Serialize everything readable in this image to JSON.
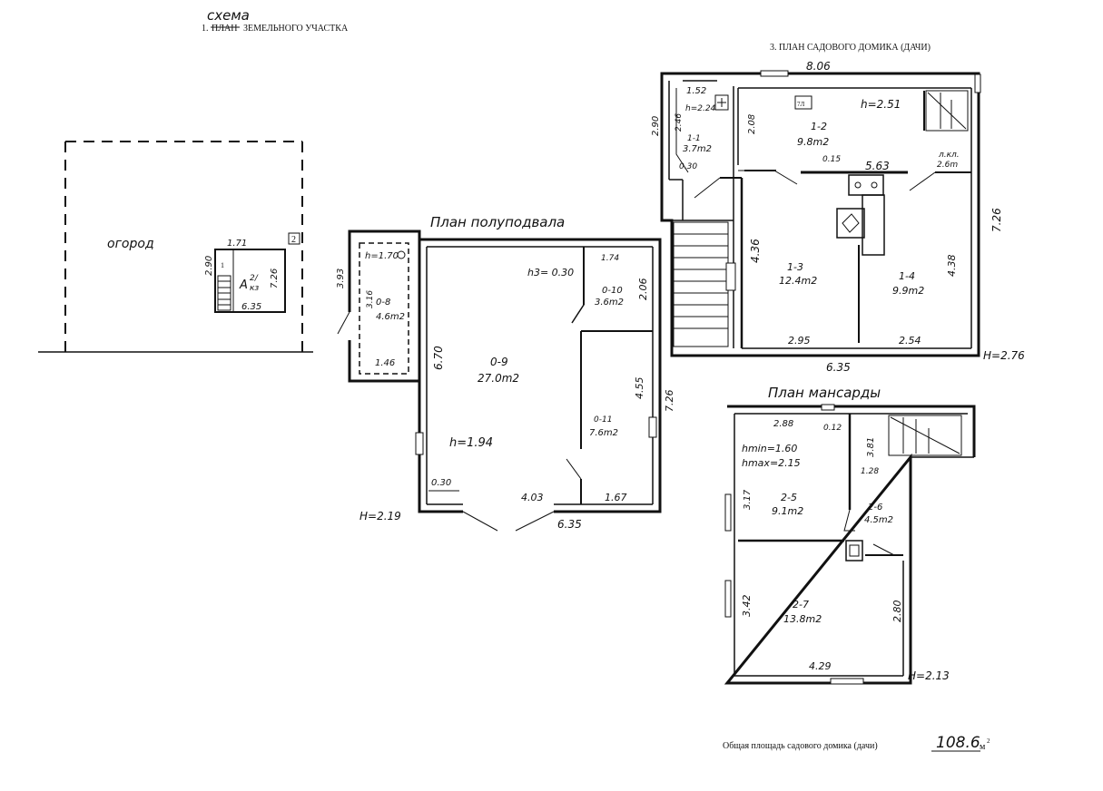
{
  "header": {
    "scheme_word": "схема",
    "section1_prefix": "1.",
    "section1_struck": "ПЛАН",
    "section1_rest": "ЗЕМЕЛЬНОГО УЧАСТКА",
    "section3_title": "3. ПЛАН САДОВОГО ДОМИКА (ДАЧИ)"
  },
  "site_plan": {
    "garden_label": "огород",
    "house_label": "А",
    "house_sup": "2/",
    "house_sub": "кз",
    "marker": "2",
    "room_1": "1",
    "dims": {
      "top": "1.71",
      "left": "2.90",
      "right": "7.26",
      "bottom": "6.35"
    }
  },
  "basement": {
    "title": "План полуподвала",
    "H": "H=2.19",
    "rooms": {
      "r08": {
        "name": "0-8",
        "area": "4.6m2",
        "h": "h=1.70"
      },
      "r09": {
        "name": "0-9",
        "area": "27.0m2",
        "h": "h=1.94"
      },
      "r010": {
        "name": "0-10",
        "area": "3.6m2"
      },
      "r011": {
        "name": "0-11",
        "area": "7.6m2"
      }
    },
    "dims": {
      "d393": "3.93",
      "d316": "3.16",
      "d146": "1.46",
      "d670": "6.70",
      "d174": "1.74",
      "d206": "2.06",
      "d455": "4.55",
      "d726": "7.26",
      "d030": "0.30",
      "d403": "4.03",
      "d167": "1.67",
      "d635": "6.35",
      "h3": "h3= 0.30"
    }
  },
  "ground_floor": {
    "H": "H=2.76",
    "h_main": "h=2.51",
    "h_small": "h=2.24",
    "stove_mark": "7Л",
    "rooms": {
      "r11": {
        "name": "1-1",
        "area": "3.7m2"
      },
      "r12": {
        "name": "1-2",
        "area": "9.8m2"
      },
      "r13": {
        "name": "1-3",
        "area": "12.4m2"
      },
      "r14": {
        "name": "1-4",
        "area": "9.9m2"
      },
      "lkl": {
        "name": "л.кл.",
        "area": "2.6m"
      }
    },
    "dims": {
      "d806": "8.06",
      "d152": "1.52",
      "d290": "2.90",
      "d246": "2.46",
      "d208": "2.08",
      "d030": "0.30",
      "d015": "0.15",
      "d563": "5.63",
      "d436": "4.36",
      "d438": "4.38",
      "d726": "7.26",
      "d295": "2.95",
      "d254": "2.54",
      "d635": "6.35"
    }
  },
  "attic": {
    "title": "План мансарды",
    "H": "H=2.13",
    "hmin": "hmin=1.60",
    "hmax": "hmax=2.15",
    "rooms": {
      "r25": {
        "name": "2-5",
        "area": "9.1m2"
      },
      "r26": {
        "name": "2-6",
        "area": "4.5m2"
      },
      "r27": {
        "name": "2-7",
        "area": "13.8m2"
      }
    },
    "dims": {
      "d288": "2.88",
      "d012": "0.12",
      "d381": "3.81",
      "d128": "1.28",
      "d317": "3.17",
      "d342": "3.42",
      "d280": "2.80",
      "d429": "4.29"
    }
  },
  "footer": {
    "total_label": "Общая площадь садового домика (дачи)",
    "total_value": "108.6",
    "unit": "м",
    "unit_sup": "2"
  }
}
